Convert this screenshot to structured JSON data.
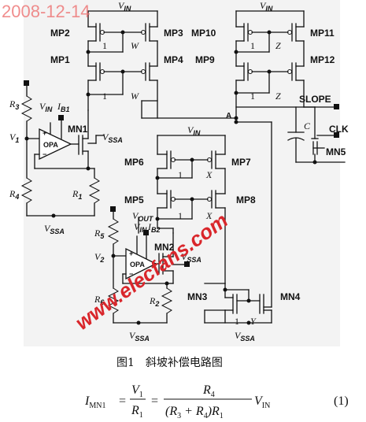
{
  "watermark_date": "2008-12-14",
  "watermark_site": "www.elecfans.com",
  "nodes": {
    "vin": "V",
    "vin_sub": "IN",
    "vssa": "V",
    "vssa_sub": "SSA",
    "v1": "V",
    "v1_sub": "1",
    "v2": "V",
    "v2_sub": "2",
    "vout": "V",
    "vout_sub": "OUT",
    "ib1": "I",
    "ib1_sub": "B1",
    "ib2": "I",
    "ib2_sub": "B2",
    "a": "A",
    "slope": "SLOPE",
    "clk": "CLK"
  },
  "transistors": {
    "mp1": "MP1",
    "mp2": "MP2",
    "mp3": "MP3",
    "mp4": "MP4",
    "mp5": "MP5",
    "mp6": "MP6",
    "mp7": "MP7",
    "mp8": "MP8",
    "mp9": "MP9",
    "mp10": "MP10",
    "mp11": "MP11",
    "mp12": "MP12",
    "mn1": "MN1",
    "mn2": "MN2",
    "mn3": "MN3",
    "mn4": "MN4",
    "mn5": "MN5"
  },
  "resistors": {
    "r1": "R",
    "r1_sub": "1",
    "r2": "R",
    "r2_sub": "2",
    "r3": "R",
    "r3_sub": "3",
    "r4": "R",
    "r4_sub": "4",
    "r5": "R",
    "r5_sub": "5",
    "r6": "R",
    "r6_sub": "6"
  },
  "capacitor": "C",
  "opamp": "OPA",
  "ratios": {
    "one": "1",
    "w": "W",
    "z": "Z",
    "x": "X",
    "y": "Y"
  },
  "caption": "图1　斜坡补偿电路图",
  "equation": {
    "lhs_i": "I",
    "lhs_sub": "MN1",
    "eq1": "=",
    "f1_num": "V",
    "f1_num_sub": "1",
    "f1_den": "R",
    "f1_den_sub": "1",
    "eq2": "=",
    "f2_num": "R",
    "f2_num_sub": "4",
    "f2_den": "(R",
    "f2_den_sub1": "3",
    "f2_den_mid": " + R",
    "f2_den_sub2": "4",
    "f2_den_end": ")R",
    "f2_den_sub3": "1",
    "tail": "V",
    "tail_sub": "IN",
    "number": "(1)"
  }
}
